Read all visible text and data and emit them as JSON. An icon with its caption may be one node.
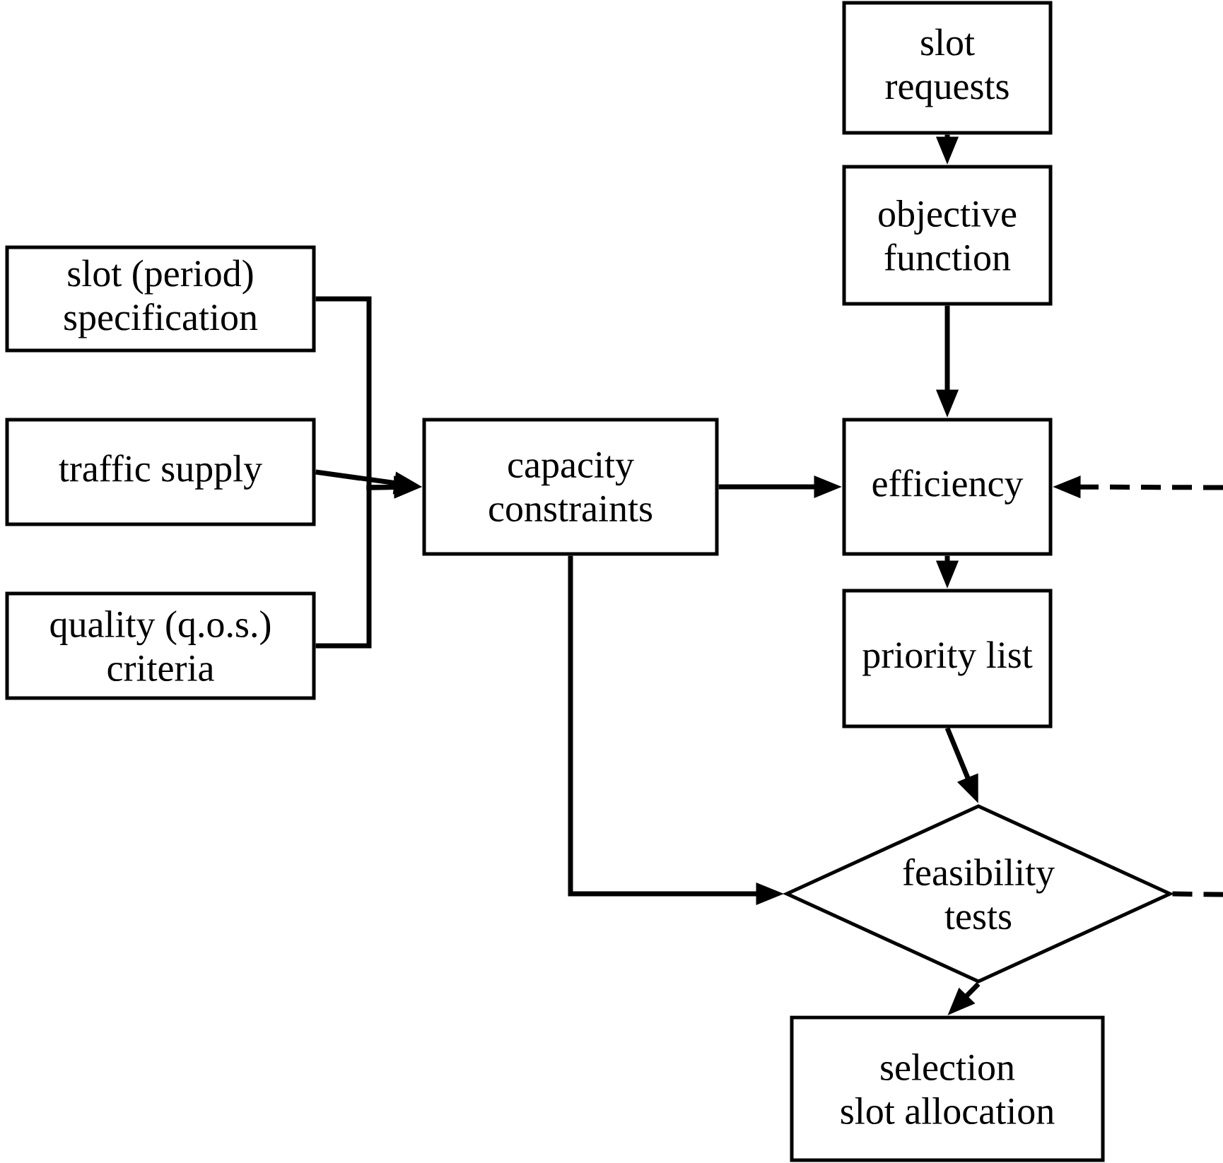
{
  "diagram": {
    "nodes": [
      {
        "text": [
          "slot requests"
        ]
      },
      {
        "text": [
          "objective function"
        ]
      },
      {
        "text": [
          "slot (period) specification"
        ]
      },
      {
        "text": [
          "traffic supply"
        ]
      },
      {
        "text": [
          "quality (q.o.s.) criteria"
        ]
      },
      {
        "text": [
          "capacity constraints"
        ]
      },
      {
        "text": [
          "efficiency"
        ]
      },
      {
        "text": [
          "priority list"
        ]
      },
      {
        "text": [
          "feasibility tests"
        ]
      },
      {
        "text": [
          "selection slot allocation"
        ]
      }
    ],
    "edges": [
      {
        "from": 0,
        "to": 1,
        "arrow": "to"
      },
      {
        "from": 1,
        "to": 6,
        "arrow": "to"
      },
      {
        "from": 2,
        "to": 5,
        "arrow": "to"
      },
      {
        "from": 3,
        "to": 5,
        "arrow": "to"
      },
      {
        "from": 4,
        "to": 5,
        "arrow": "to"
      },
      {
        "from": 5,
        "to": 6,
        "arrow": "to"
      },
      {
        "from": 6,
        "to": 7,
        "arrow": "to"
      },
      {
        "from": 7,
        "to": 8,
        "arrow": "to"
      },
      {
        "from": 5,
        "to": 8,
        "arrow": "to"
      },
      {
        "from": 8,
        "to": 9,
        "arrow": "to"
      },
      {
        "from": 8,
        "to": null,
        "arrow": "none",
        "style": "dashed"
      },
      {
        "from": null,
        "to": 6,
        "arrow": "to",
        "style": "dashed"
      }
    ]
  }
}
